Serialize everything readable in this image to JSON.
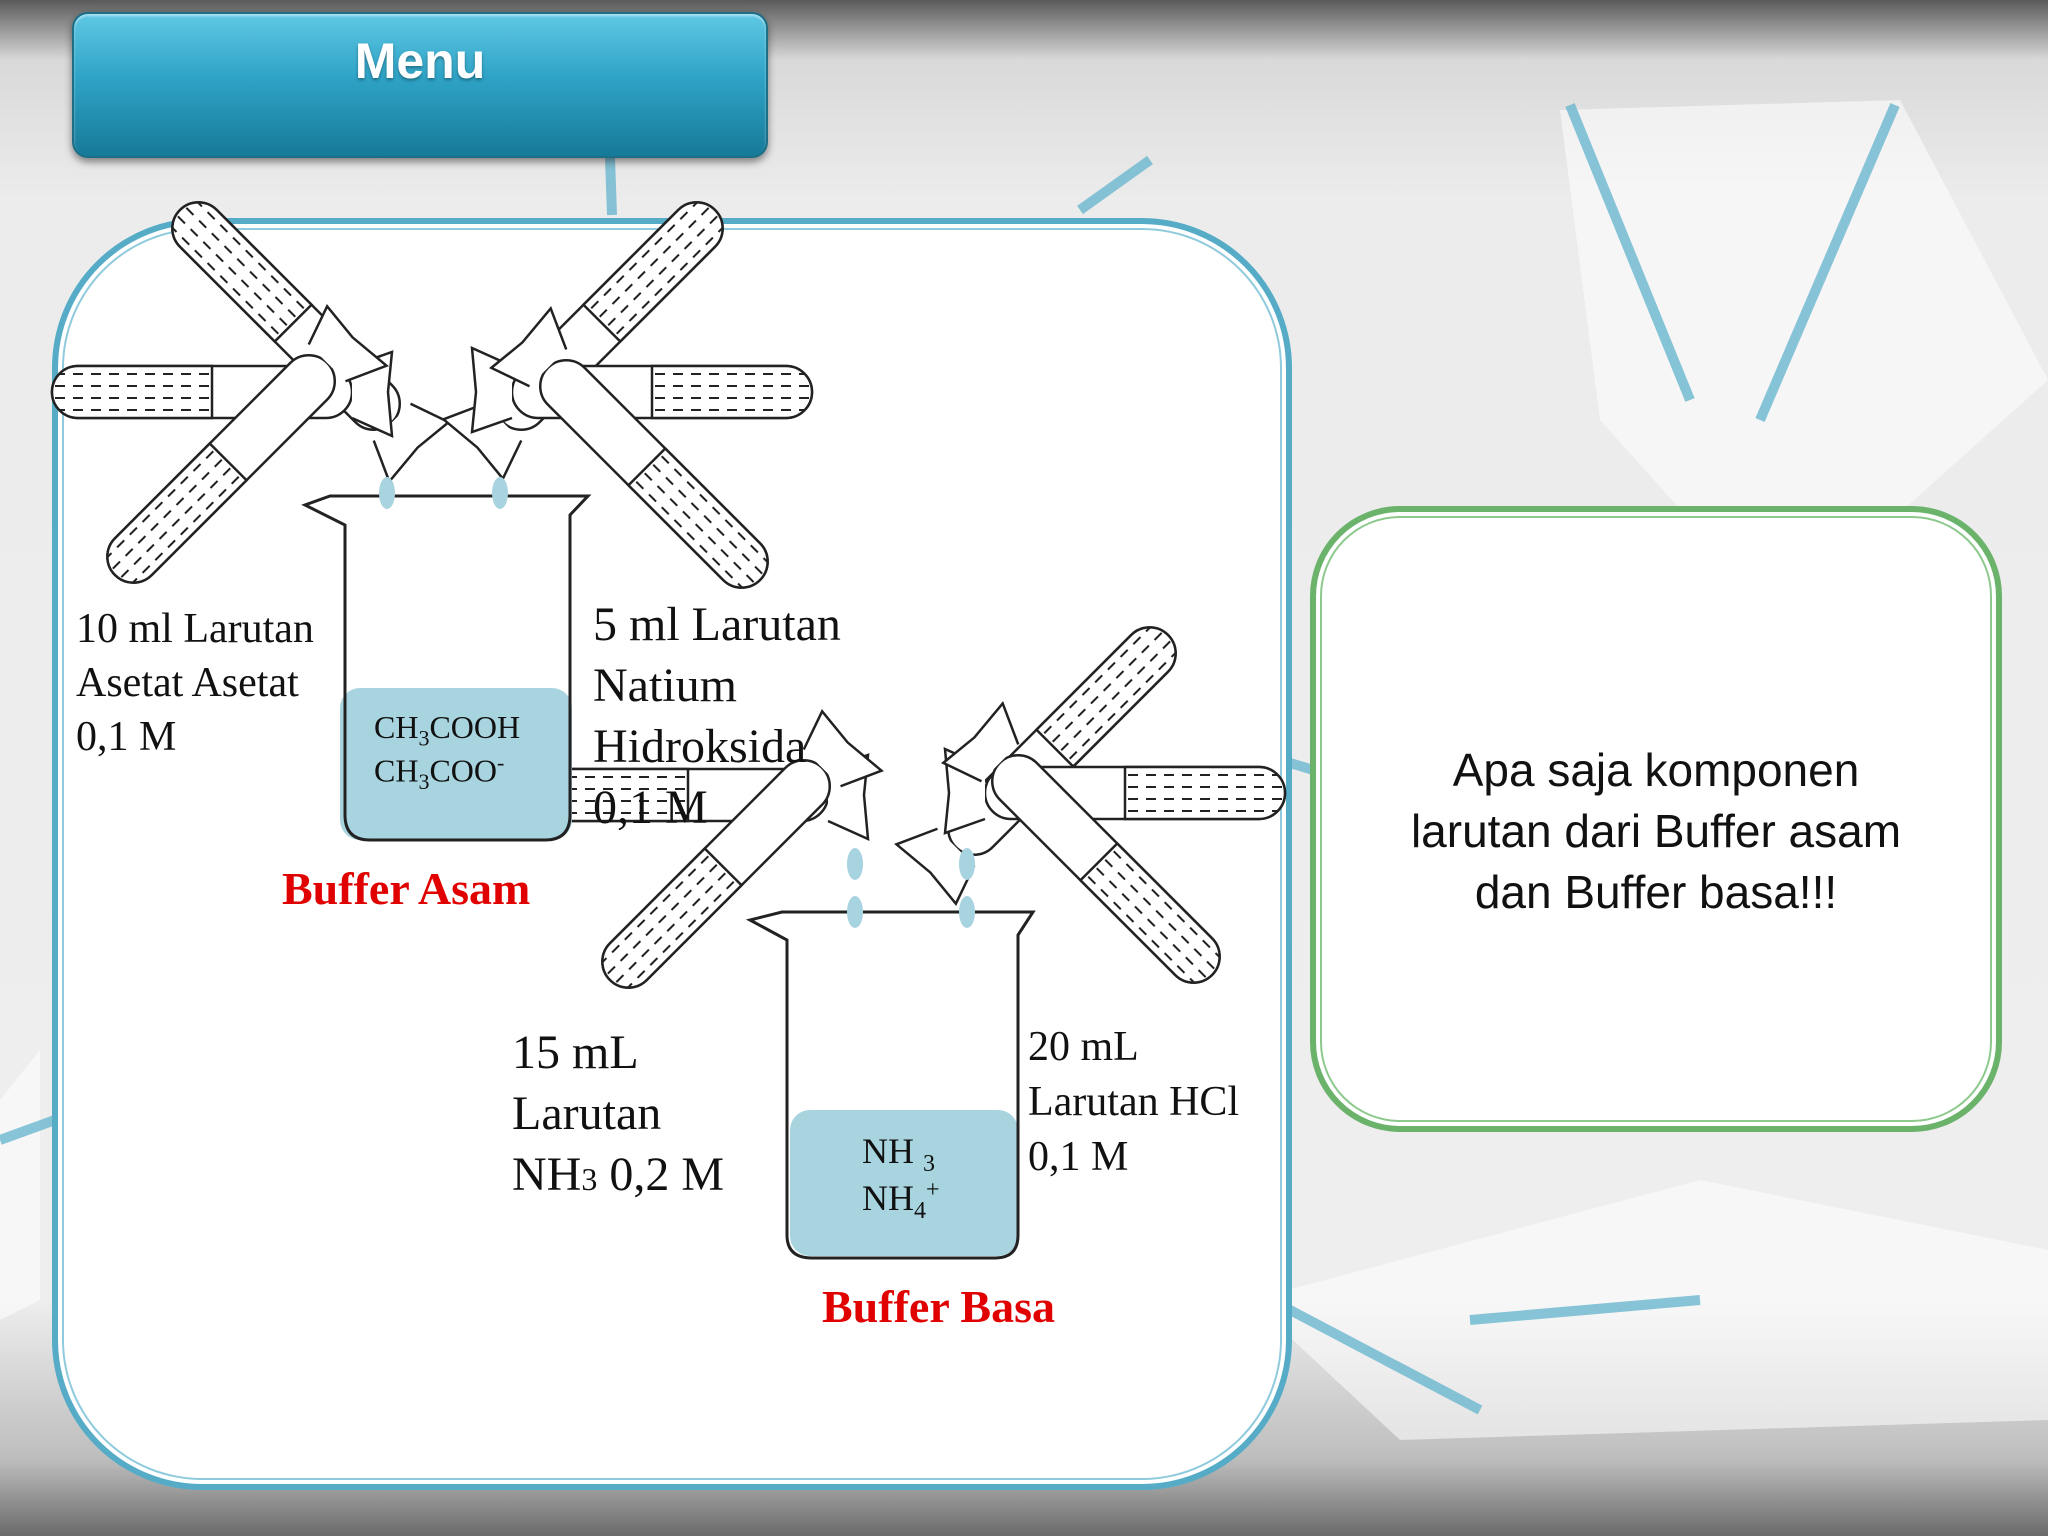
{
  "menu": {
    "label": "Menu"
  },
  "buffer_asam": {
    "title": "Buffer Asam",
    "label_left": [
      "10 ml Larutan",
      "Asetat Asetat",
      "0,1 M"
    ],
    "label_right": [
      "5 ml Larutan",
      "Natium",
      "Hidroksida",
      "0,1 M"
    ],
    "beaker_line1": {
      "pre": "CH",
      "sub": "3",
      "post": "COOH"
    },
    "beaker_line2": {
      "pre": "CH",
      "sub": "3",
      "post": "COO",
      "sup": "-"
    }
  },
  "buffer_basa": {
    "title": "Buffer Basa",
    "label_left": {
      "line1": "15 mL",
      "line2": "Larutan",
      "pre": "NH",
      "sub": "3",
      "post": " 0,2 M"
    },
    "label_right": [
      "20 mL",
      "Larutan HCl",
      "0,1 M"
    ],
    "beaker_line1": {
      "pre": "NH",
      "sub": "3"
    },
    "beaker_line2": {
      "pre": "NH",
      "sub": "4",
      "sup": "+"
    }
  },
  "question": {
    "lines": [
      "Apa saja komponen",
      "larutan dari Buffer asam",
      "dan Buffer basa!!!"
    ]
  },
  "colors": {
    "panel_border": "#56acc7",
    "liquid": "#a8d4e0",
    "title_red": "#e00000",
    "question_border": "#6bb26b"
  }
}
